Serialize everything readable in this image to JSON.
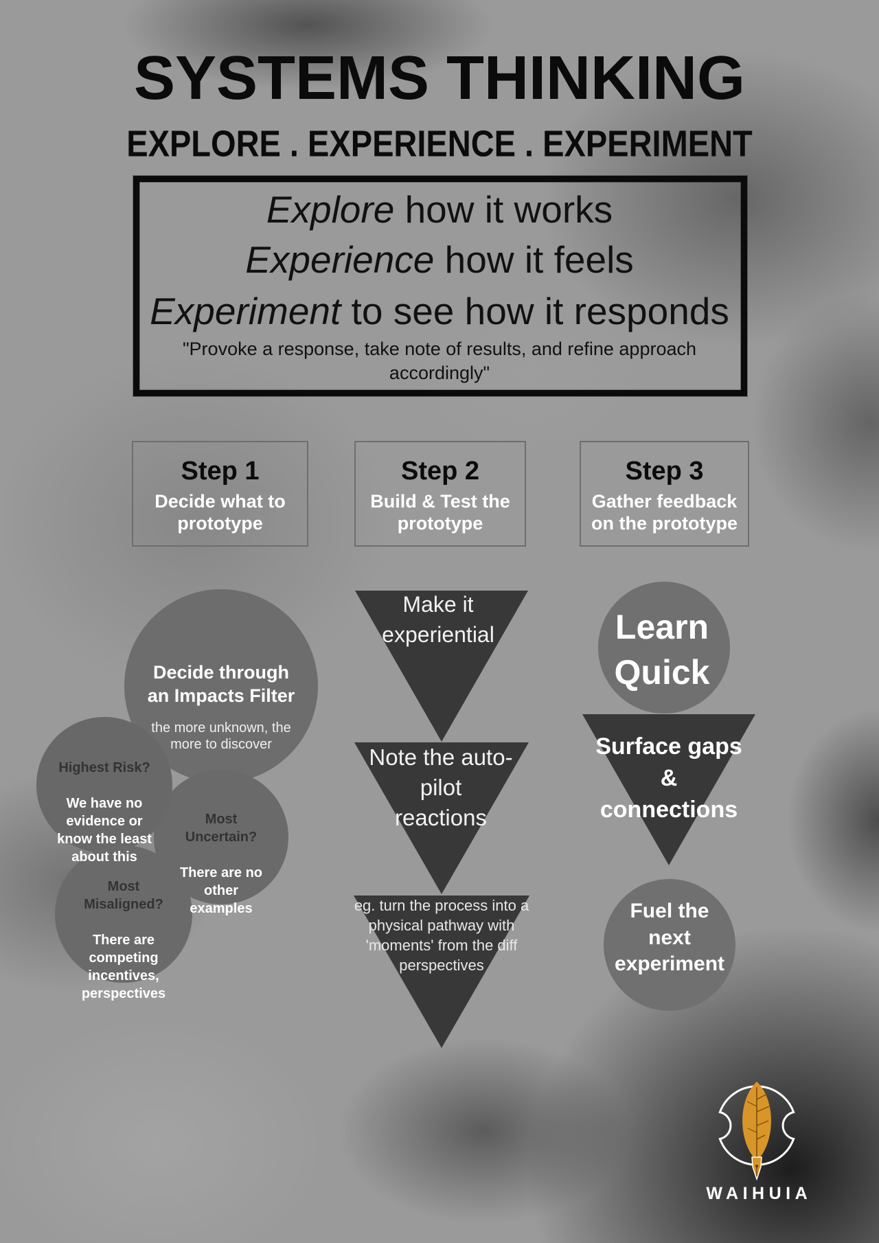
{
  "title": "SYSTEMS THINKING",
  "subtitle": "EXPLORE . EXPERIENCE . EXPERIMENT",
  "intro": {
    "lines": [
      {
        "verb": "Explore",
        "rest": " how it works"
      },
      {
        "verb": "Experience",
        "rest": " how it feels"
      },
      {
        "verb": "Experiment",
        "rest": " to see how it responds"
      }
    ],
    "quote": "\"Provoke a response, take note of results, and refine approach accordingly\""
  },
  "steps": [
    {
      "label": "Step 1",
      "description": "Decide what to\nprototype"
    },
    {
      "label": "Step 2",
      "description": "Build & Test the\nprototype"
    },
    {
      "label": "Step 3",
      "description": "Gather feedback\non the prototype"
    }
  ],
  "step1": {
    "impacts_filter": {
      "heading": "Decide through\nan Impacts Filter",
      "note": "the more unknown, the\nmore to discover"
    },
    "criteria": [
      {
        "question": "Highest Risk?",
        "detail": "We have no\nevidence or\nknow the least\nabout this"
      },
      {
        "question": "Most\nUncertain?",
        "detail": "There are no\nother\nexamples"
      },
      {
        "question": "Most\nMisaligned?",
        "detail": "There are\ncompeting\nincentives,\nperspectives"
      }
    ]
  },
  "step2": [
    "Make it\nexperiential",
    "Note the auto-\npilot\nreactions",
    "eg. turn the process into a\nphysical pathway with\n'moments' from the diff\nperspectives"
  ],
  "step3": [
    "Learn\nQuick",
    "Surface gaps\n&\nconnections",
    "Fuel the\nnext\nexperiment"
  ],
  "logo": {
    "icon": "feather-icon",
    "wordmark": "WAIHUIA"
  },
  "colors": {
    "ink": "#0b0b0b",
    "circle": "#6d6d6d",
    "triangle": "#383838",
    "question": "#333333",
    "gold": "#d99628",
    "box_border": "#6e6e6e"
  }
}
